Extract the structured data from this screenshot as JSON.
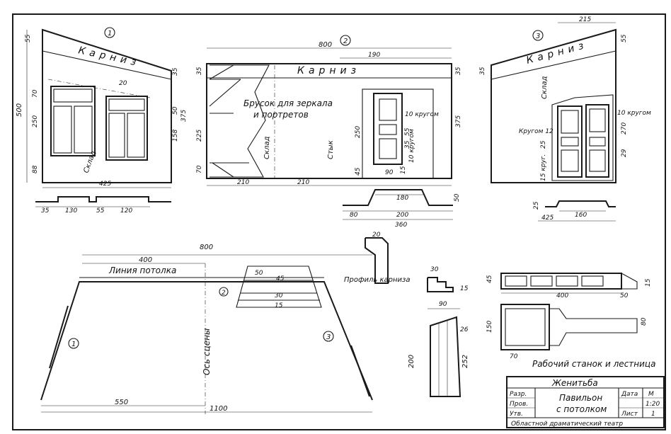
{
  "views": {
    "left": {
      "number": "1",
      "cornice": "Карниз",
      "fold": "Склад",
      "dims": {
        "d55": "55",
        "d35": "35",
        "d500": "500",
        "d70": "70",
        "d20": "20",
        "d50": "50",
        "d250": "250",
        "d158": "158",
        "d88": "88",
        "d375": "375",
        "d425": "425",
        "p35": "35",
        "p130": "130",
        "p55": "55",
        "p120": "120"
      }
    },
    "middle": {
      "number": "2",
      "cornice": "Карниз",
      "bar": "Брусок для зеркала",
      "bar2": "и портретов",
      "fold": "Склад",
      "joint": "Стык",
      "round1": "10 кругом",
      "round2": "10 кругом",
      "dims": {
        "d800": "800",
        "d190": "190",
        "d35a": "35",
        "d35b": "35",
        "d225": "225",
        "d70": "70",
        "d210a": "210",
        "d210b": "210",
        "d250": "250",
        "d45": "45",
        "d90": "90",
        "d375": "375",
        "d35c": "35",
        "d55": "55",
        "d15": "15",
        "p180": "180",
        "p80": "80",
        "p200": "200",
        "p360": "360",
        "p50": "50"
      }
    },
    "right": {
      "number": "3",
      "cornice": "Карниз",
      "fold": "Склад",
      "round12": "Кругом 12",
      "round10": "10 кругом",
      "round15": "15 круг.",
      "dims": {
        "d215": "215",
        "d55": "55",
        "d35": "35",
        "d270": "270",
        "d25": "25",
        "d29": "29",
        "d25b": "25",
        "d425": "425",
        "p160": "160"
      }
    }
  },
  "plan": {
    "line": "Линия потолка",
    "axis": "Ось сцены",
    "n1": "1",
    "n2": "2",
    "n3": "3",
    "dims": {
      "d800": "800",
      "d400": "400",
      "d550": "550",
      "d1100": "1100",
      "s50": "50",
      "s45": "45",
      "s30": "30",
      "s15": "15"
    }
  },
  "profile": {
    "label": "Профиль карниза",
    "d20": "20"
  },
  "stair": {
    "d30": "30",
    "d15": "15",
    "d90": "90",
    "d26": "26",
    "d200": "200",
    "d252": "252"
  },
  "platform": {
    "label": "Рабочий станок и лестница",
    "dims": {
      "d45": "45",
      "d400": "400",
      "d50": "50",
      "d15": "15",
      "d150": "150",
      "d80": "80",
      "d70": "70"
    }
  },
  "titleblock": {
    "title": "Женитьба",
    "name1": "Павильон",
    "name2": "с потолком",
    "r1": "Разр.",
    "r2": "Пров.",
    "r3": "Утв.",
    "h_date": "Дата",
    "h_m": "М",
    "scale": "1:20",
    "h_sheet": "Лист",
    "sheet": "1",
    "org": "Областной драматический театр"
  }
}
